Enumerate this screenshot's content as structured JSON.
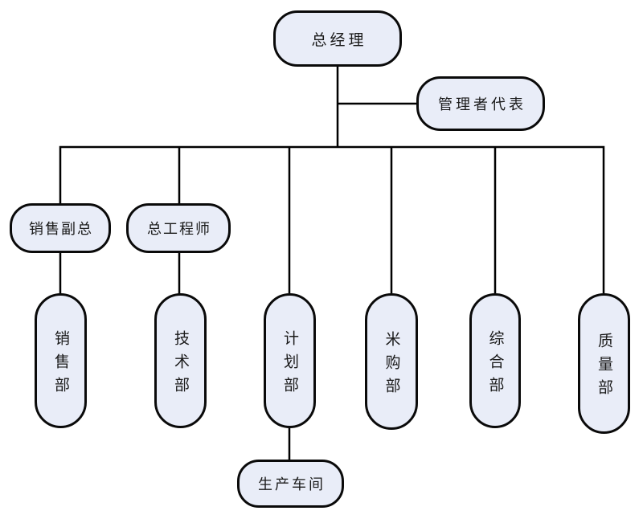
{
  "diagram_type": "org-chart",
  "colors": {
    "background": "#ffffff",
    "node_fill": "#e9edf8",
    "node_border": "#0a0a0a",
    "line": "#000000",
    "text": "#1a1a1a"
  },
  "nodes": {
    "general_manager": {
      "label": "总经理"
    },
    "management_representative": {
      "label": "管理者代表"
    },
    "sales_vp": {
      "label": "销售副总"
    },
    "chief_engineer": {
      "label": "总工程师"
    },
    "sales_dept": {
      "label": "销售部"
    },
    "tech_dept": {
      "label": "技术部"
    },
    "planning_dept": {
      "label": "计划部"
    },
    "purchasing_dept": {
      "label": "米购部"
    },
    "general_affairs_dept": {
      "label": "综合部"
    },
    "quality_dept": {
      "label": "质量部"
    },
    "production_workshop": {
      "label": "生产车间"
    }
  },
  "edges": [
    {
      "from": "general_manager",
      "to": "management_representative"
    },
    {
      "from": "general_manager",
      "to": "sales_vp"
    },
    {
      "from": "general_manager",
      "to": "chief_engineer"
    },
    {
      "from": "general_manager",
      "to": "planning_dept"
    },
    {
      "from": "general_manager",
      "to": "purchasing_dept"
    },
    {
      "from": "general_manager",
      "to": "general_affairs_dept"
    },
    {
      "from": "general_manager",
      "to": "quality_dept"
    },
    {
      "from": "sales_vp",
      "to": "sales_dept"
    },
    {
      "from": "chief_engineer",
      "to": "tech_dept"
    },
    {
      "from": "planning_dept",
      "to": "production_workshop"
    }
  ]
}
